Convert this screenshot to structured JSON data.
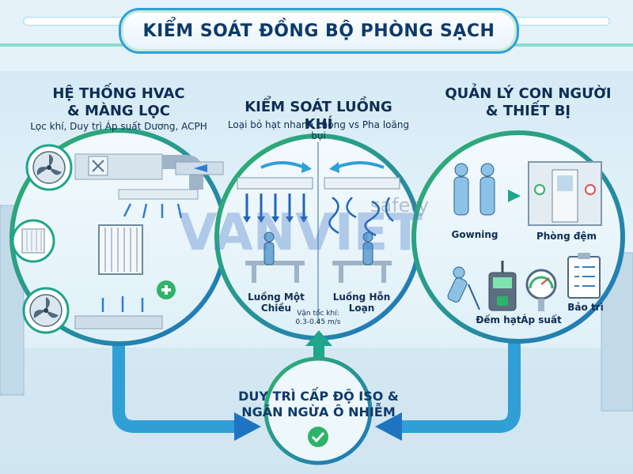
{
  "title": "KIỂM SOÁT ĐỒNG BỘ PHÒNG SẠCH",
  "columns": [
    {
      "heading": "HỆ THỐNG HVAC\n& MÀNG LỌC",
      "subtitle": "Lọc khí, Duy trì Áp suất Dương, ACPH"
    },
    {
      "heading": "KIỂM SOÁT LUỒNG KHÍ",
      "subtitle": "Loại bỏ hạt nhanh chóng vs Pha loãng bụi"
    },
    {
      "heading": "QUẢN LÝ CON NGƯỜI\n& THIẾT BỊ",
      "subtitle": ""
    }
  ],
  "airflow": {
    "unidirectional_label": "Luồng Một Chiều",
    "turbulent_label": "Luồng Hỗn Loạn",
    "velocity_note": "Vận tốc khí:\n0.3-0.45 m/s"
  },
  "people_equipment": {
    "gowning": "Gowning",
    "airlock": "Phòng đệm",
    "particle_count": "Đếm hạt",
    "pressure": "Áp suất",
    "maintenance": "Bảo trì"
  },
  "goal": "DUY TRÌ CẤP ĐỘ ISO &\nNGĂN NGỪA Ô NHIỄM",
  "watermark": {
    "brand": "VANVIET",
    "overlay": "safety"
  },
  "colors": {
    "teal": "#1fa58a",
    "blue": "#1f74c2",
    "green": "#2fb36a",
    "navy": "#0e3a6b",
    "sky": "#d6ecf7"
  },
  "icons": [
    "fan-icon",
    "filter-icon",
    "plus-icon",
    "check-icon",
    "particle-counter-icon",
    "pressure-gauge-icon",
    "clipboard-icon",
    "person-icon",
    "door-icon"
  ]
}
